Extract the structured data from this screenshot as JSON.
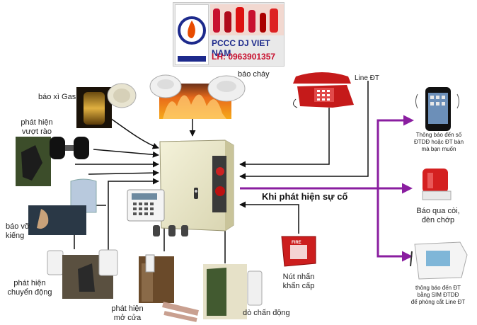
{
  "banner": {
    "line1": "PCCC DJ VIET NAM",
    "line2": "LH: 0963901357",
    "logo_text": "PCCC DJ VIET NAM"
  },
  "labels": {
    "gas": "báo xì Gas",
    "fire": "báo cháy",
    "line_dt": "Line ĐT",
    "beam_l1": "phát hiện",
    "beam_l2": "vượt rào",
    "glass_l1": "báo vỡ",
    "glass_l2": "kiếng",
    "motion_l1": "phát hiện",
    "motion_l2": "chuyển động",
    "door_l1": "phát hiện",
    "door_l2": "mở cửa",
    "vibration": "dò chấn động",
    "panic_l1": "Nút nhấn",
    "panic_l2": "khẩn cấp",
    "incident": "Khi phát hiện sự cố",
    "phone_notify_l1": "Thông báo đến số",
    "phone_notify_l2": "ĐTDĐ hoặc ĐT bàn",
    "phone_notify_l3": "mà bạn muốn",
    "siren_l1": "Báo qua còi,",
    "siren_l2": "đèn chớp",
    "sim_l1": "thông báo đến ĐT",
    "sim_l2": "bằng SIM ĐTDĐ",
    "sim_l3": "để phòng cắt Line ĐT"
  },
  "panic_button_text": "FIRE",
  "colors": {
    "arrow": "#111111",
    "alert_arrow": "#8a1ea0",
    "panel": "#e8e6c8",
    "phone": "#c51a1a",
    "siren": "#d42020",
    "banner_blue": "#1d2a8c",
    "banner_red": "#c8102e"
  }
}
